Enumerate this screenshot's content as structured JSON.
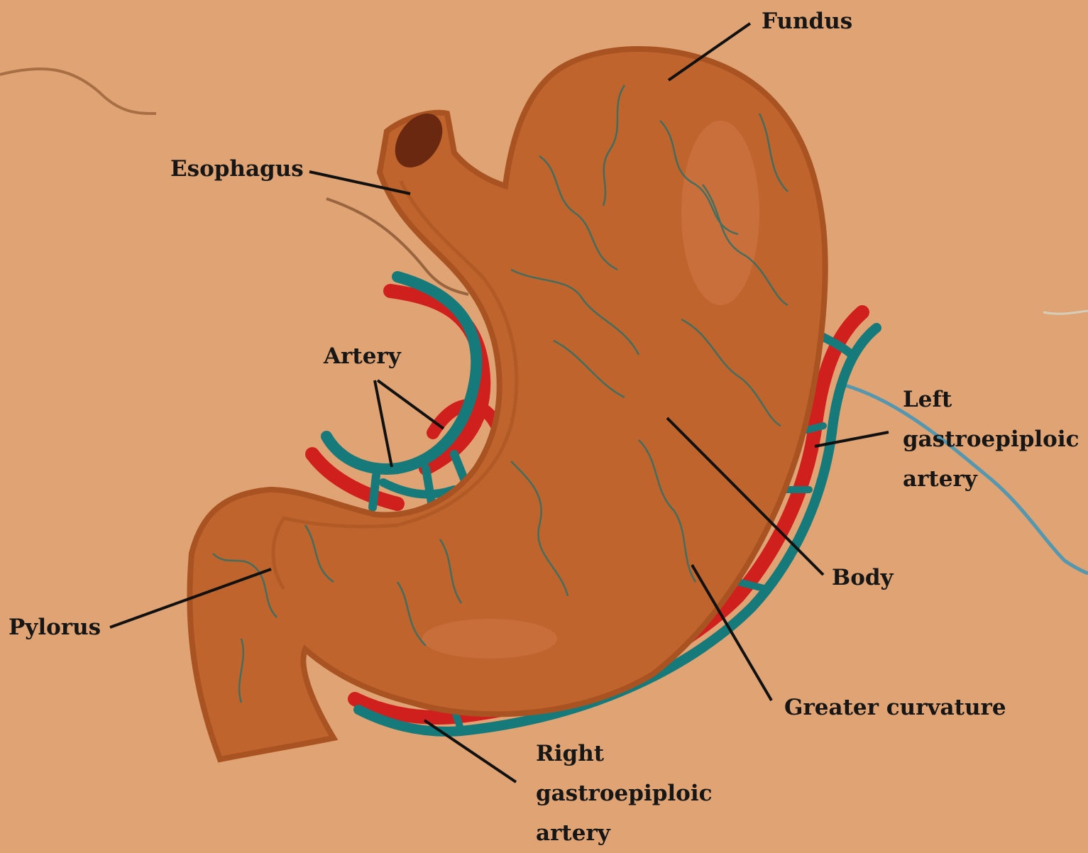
{
  "labels": {
    "fundus": "Fundus",
    "esophagus": "Esophagus",
    "artery": "Artery",
    "left_gastroepiploic": [
      "Left",
      "gastroepiploic",
      "artery"
    ],
    "body": "Body",
    "pylorus": "Pylorus",
    "greater_curvature": "Greater curvature",
    "right_gastroepiploic": [
      "Right",
      "gastroepiploic",
      "artery"
    ]
  },
  "colors": {
    "background": "#e0a373",
    "stomach": "#c0642e",
    "stomach_outline": "#a95322",
    "artery_red": "#d0201e",
    "vein_teal": "#177a7a",
    "leader_line": "#111111"
  }
}
